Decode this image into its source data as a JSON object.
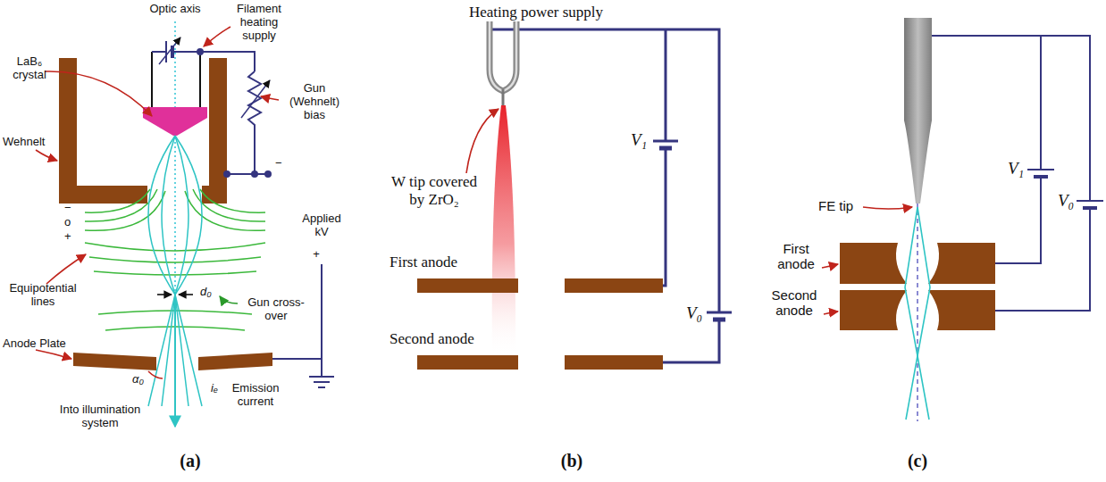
{
  "diagram": {
    "labels": [
      "Optic axis",
      "Filament heating supply",
      "LaB₆ crystal",
      "Gun (Wehnelt) bias",
      "Wehnelt",
      "−",
      "Applied kV",
      "+",
      "−",
      "o",
      "+",
      "Equipotential lines",
      "d₀",
      "Gun cross-over",
      "Anode Plate",
      "α₀",
      "iₑ",
      "Emission current",
      "Into illumination system",
      "(a)",
      "Heating power supply",
      "V₁",
      "W tip covered by ZrO₂",
      "First anode",
      "V₀",
      "Second anode",
      "(b)",
      "FE tip",
      "V₁",
      "V₀",
      "First anode",
      "Second anode",
      "(c)"
    ]
  }
}
